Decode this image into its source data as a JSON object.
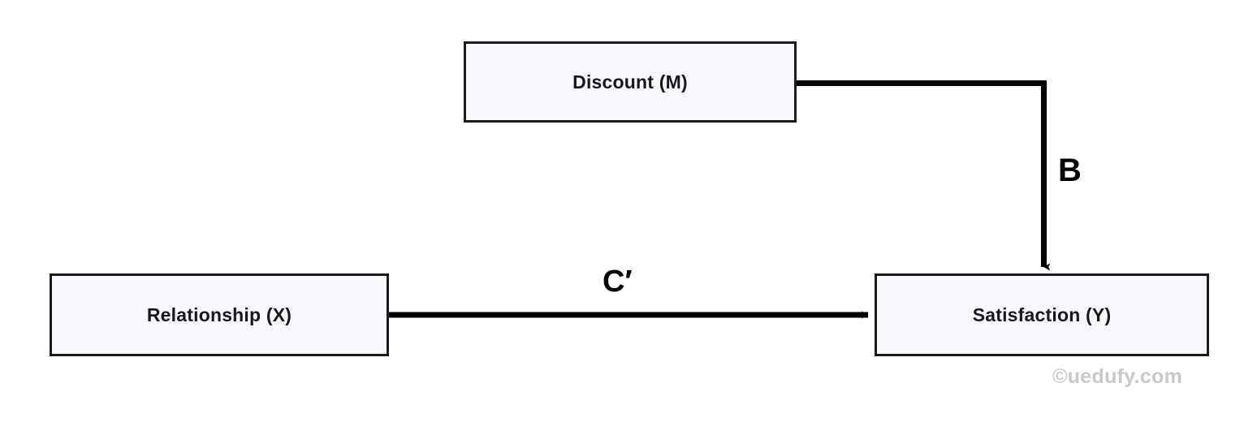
{
  "diagram": {
    "title": "Moderation model diagram",
    "background_color": "#ffffff",
    "node_fill_color": "#f8f9fd",
    "node_border_color": "#1b1b1b",
    "connector_color": "#000000",
    "nodes": [
      {
        "id": "discount",
        "label": "Discount (M)",
        "role": "moderator"
      },
      {
        "id": "relationship",
        "label": "Relationship (X)",
        "role": "independent-variable"
      },
      {
        "id": "satisfaction",
        "label": "Satisfaction (Y)",
        "role": "dependent-variable"
      }
    ],
    "connectors": [
      {
        "id": "moderator-path",
        "from": "discount",
        "to": "satisfaction",
        "label": "B",
        "style": "elbow-arrow"
      },
      {
        "id": "direct-path",
        "from": "relationship",
        "to": "satisfaction",
        "label": "C′",
        "style": "straight-arrow"
      }
    ],
    "watermark": "©uedufy.com"
  }
}
